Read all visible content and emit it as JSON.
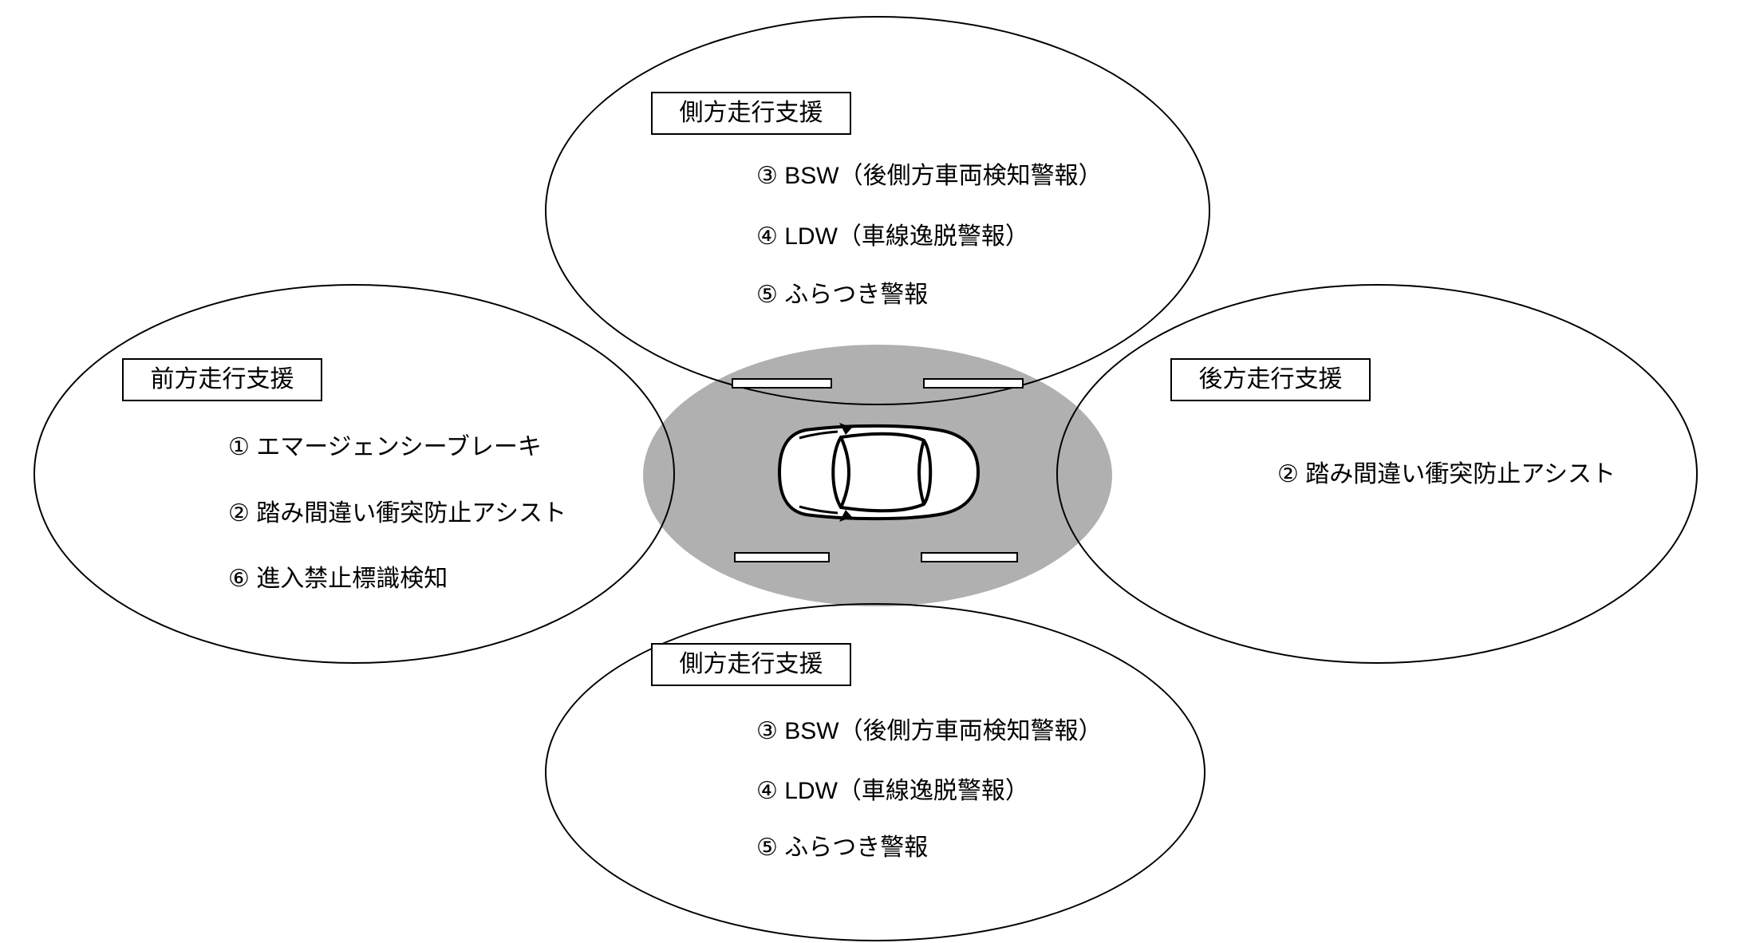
{
  "diagram": {
    "title": "driving-support-zones",
    "zones": {
      "top": {
        "title": "側方走行支援",
        "items": [
          "③ BSW（後側方車両検知警報）",
          "④ LDW（車線逸脱警報）",
          "⑤ ふらつき警報"
        ]
      },
      "left": {
        "title": "前方走行支援",
        "items": [
          "① エマージェンシーブレーキ",
          "② 踏み間違い衝突防止アシスト",
          "⑥ 進入禁止標識検知"
        ]
      },
      "right": {
        "title": "後方走行支援",
        "items": [
          "② 踏み間違い衝突防止アシスト"
        ]
      },
      "bottom": {
        "title": "側方走行支援",
        "items": [
          "③ BSW（後側方車両検知警報）",
          "④ LDW（車線逸脱警報）",
          "⑤ ふらつき警報"
        ]
      }
    },
    "center": {
      "icon": "car-top-view-icon"
    },
    "colors": {
      "center_fill": "#b0b0b0",
      "outline": "#000000",
      "background": "#ffffff"
    }
  }
}
